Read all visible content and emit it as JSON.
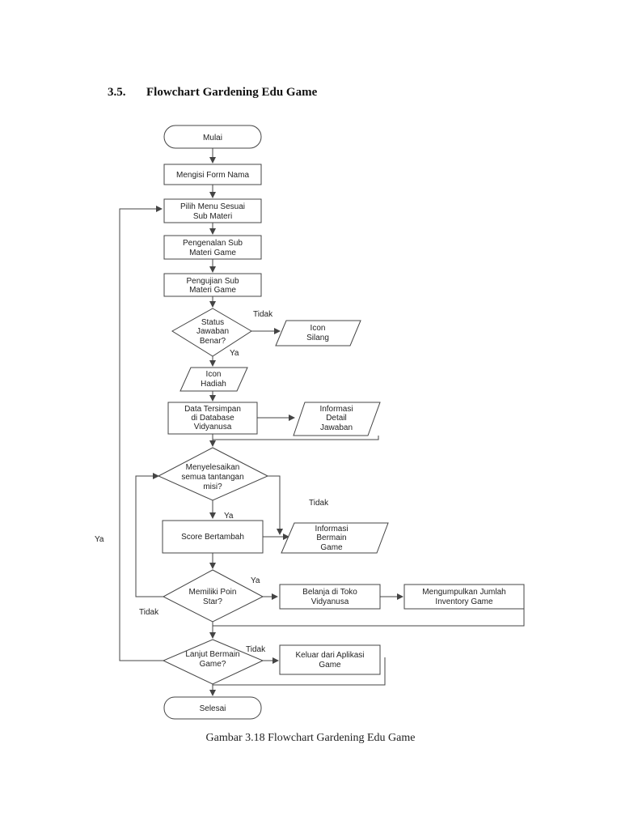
{
  "section": {
    "number": "3.5.",
    "title": "Flowchart Gardening Edu Game"
  },
  "caption": "Gambar 3.18 Flowchart Gardening Edu Game",
  "flow": {
    "start": "Mulai",
    "form": "Mengisi Form Nama",
    "menu": [
      "Pilih Menu Sesuai",
      "Sub Materi"
    ],
    "intro": [
      "Pengenalan Sub",
      "Materi Game"
    ],
    "test": [
      "Pengujian Sub",
      "Materi Game"
    ],
    "status": [
      "Status",
      "Jawaban",
      "Benar?"
    ],
    "icon_cross": [
      "Icon",
      "Silang"
    ],
    "icon_reward": [
      "Icon",
      "Hadiah"
    ],
    "saved": [
      "Data Tersimpan",
      "di Database",
      "Vidyanusa"
    ],
    "info_detail": [
      "Informasi",
      "Detail",
      "Jawaban"
    ],
    "challenge": [
      "Menyelesaikan",
      "semua tantangan",
      "misi?"
    ],
    "score": "Score Bertambah",
    "info_play": [
      "Informasi",
      "Bermain",
      "Game"
    ],
    "poin": [
      "Memiliki Poin",
      "Star?"
    ],
    "shop": [
      "Belanja di Toko",
      "Vidyanusa"
    ],
    "inventory": [
      "Mengumpulkan Jumlah",
      "Inventory Game"
    ],
    "continue": [
      "Lanjut Bermain",
      "Game?"
    ],
    "exit": [
      "Keluar dari Aplikasi",
      "Game"
    ],
    "end": "Selesai"
  },
  "edge_labels": {
    "status_no": "Tidak",
    "status_yes": "Ya",
    "challenge_no": "Tidak",
    "challenge_yes": "Ya",
    "loop_yes": "Ya",
    "poin_yes": "Ya",
    "poin_no": "Tidak",
    "continue_no": "Tidak"
  }
}
